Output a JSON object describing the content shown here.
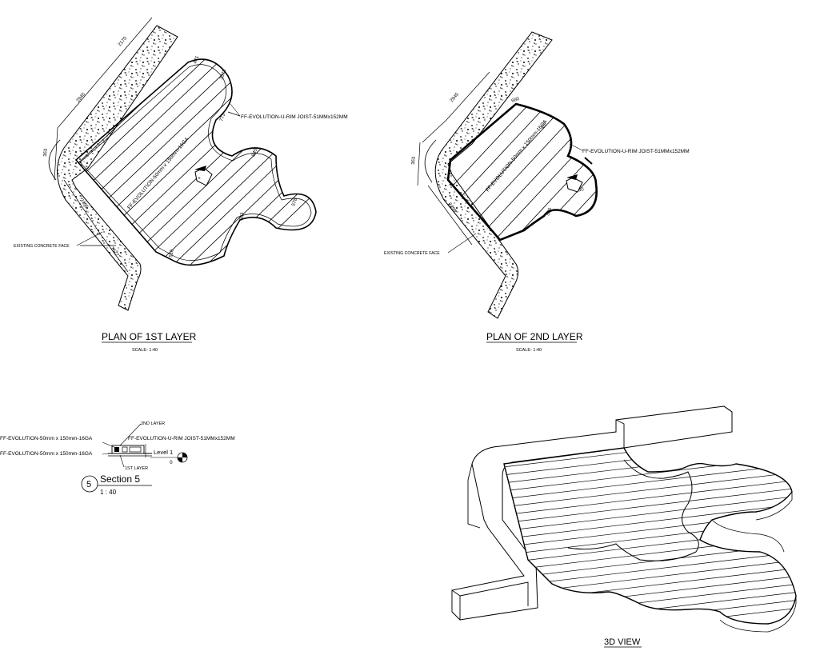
{
  "plan1": {
    "title": "PLAN OF 1ST LAYER",
    "scale": "SCALE- 1:40",
    "rim_joist_note": "FF-EVOLUTION-U-RIM JOIST-51MMx152MM",
    "joist_note": "FF-EVOLUTION-50mm x 150mm-16GA",
    "concrete_note": "EXISTING CONCRETE FACE",
    "section_tag": "5",
    "dims": [
      "2170",
      "2945",
      "363",
      "2495",
      "1677",
      "441",
      "3573",
      "773",
      "545",
      "683",
      "578",
      "516"
    ]
  },
  "plan2": {
    "title": "PLAN OF 2ND LAYER",
    "scale": "SCALE- 1:40",
    "rim_joist_note": "FF-EVOLUTION-U-RIM JOIST-51MMx152MM",
    "joist_note": "FF-EVOLUTION-50mm x 150mm-16GA",
    "concrete_note": "EXISTING CONCRETE FACE",
    "dims": [
      "2945",
      "363",
      "2495",
      "660",
      "457",
      "850",
      "586"
    ]
  },
  "section": {
    "number": "5",
    "title": "Section 5",
    "scale": "1 : 40",
    "layer2": "2ND LAYER",
    "layer1": "1ST LAYER",
    "rim_note": "FF-EVOLUTION-U-RIM JOIST-51MMx152MM",
    "joist_top": "FF-EVOLUTION-50mm x 150mm-16GA",
    "joist_bottom": "FF-EVOLUTION-50mm x 150mm-16GA",
    "level_label": "Level 1",
    "level_value": "0"
  },
  "view3d": {
    "title": "3D VIEW"
  }
}
